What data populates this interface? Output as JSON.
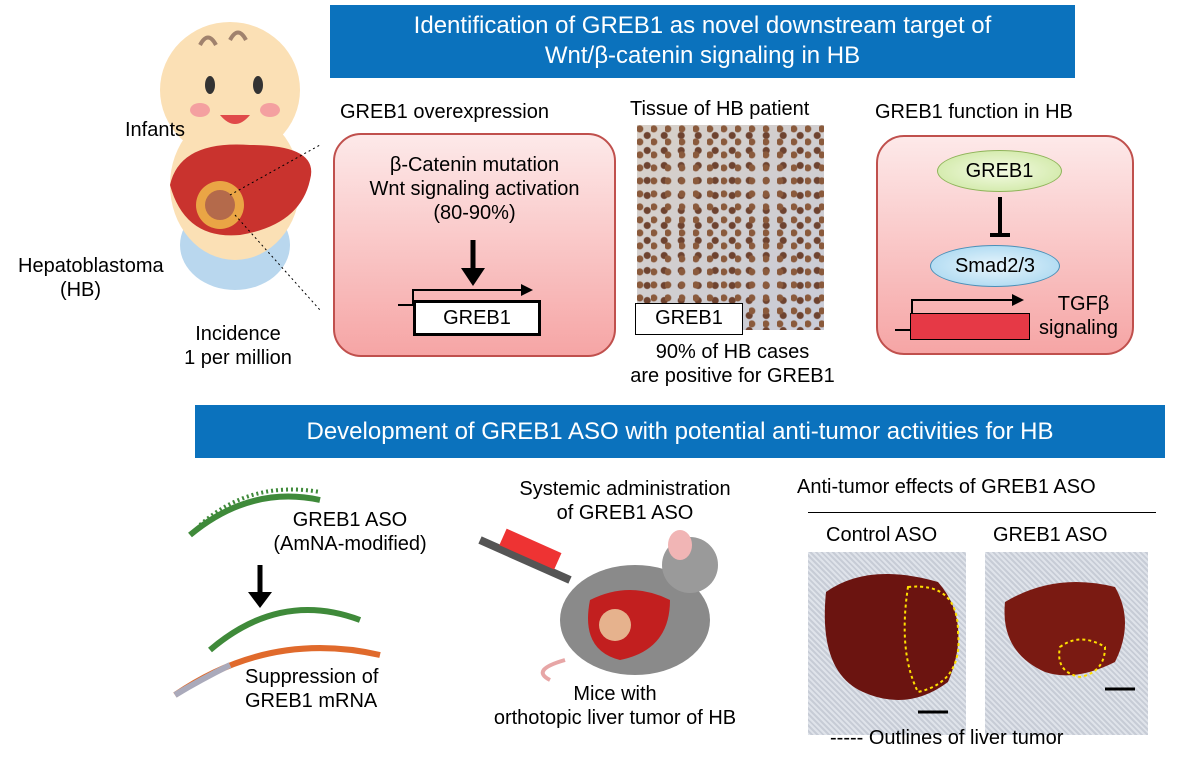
{
  "top_banner": {
    "line1": "Identification of GREB1 as novel downstream target of",
    "line2": "Wnt/β-catenin signaling in HB"
  },
  "left": {
    "infants": "Infants",
    "hb1": "Hepatoblastoma",
    "hb2": "(HB)",
    "inc1": "Incidence",
    "inc2": "1 per million"
  },
  "overexpression": {
    "title": "GREB1 overexpression",
    "l1": "β-Catenin mutation",
    "l2": "Wnt signaling activation",
    "l3": "(80-90%)",
    "gene": "GREB1"
  },
  "tissue": {
    "title": "Tissue of HB patient",
    "label": "GREB1",
    "c1": "90% of HB cases",
    "c2": "are positive for GREB1"
  },
  "function": {
    "title": "GREB1 function in HB",
    "greb1": "GREB1",
    "smad": "Smad2/3",
    "tgf1": "TGFβ",
    "tgf2": "signaling"
  },
  "bottom_banner": {
    "text": "Development of GREB1 ASO with potential anti-tumor activities for HB"
  },
  "aso": {
    "l1": "GREB1 ASO",
    "l2": "(AmNA-modified)",
    "s1": "Suppression of",
    "s2": "GREB1 mRNA"
  },
  "mouse": {
    "t1": "Systemic administration",
    "t2": "of GREB1 ASO",
    "m1": "Mice with",
    "m2": "orthotopic liver tumor of HB"
  },
  "effects": {
    "title": "Anti-tumor effects of GREB1 ASO",
    "control": "Control ASO",
    "greb1": "GREB1 ASO",
    "legend": "----- Outlines of liver tumor"
  },
  "colors": {
    "banner": "#0b72bd",
    "border": "#c0504d"
  }
}
